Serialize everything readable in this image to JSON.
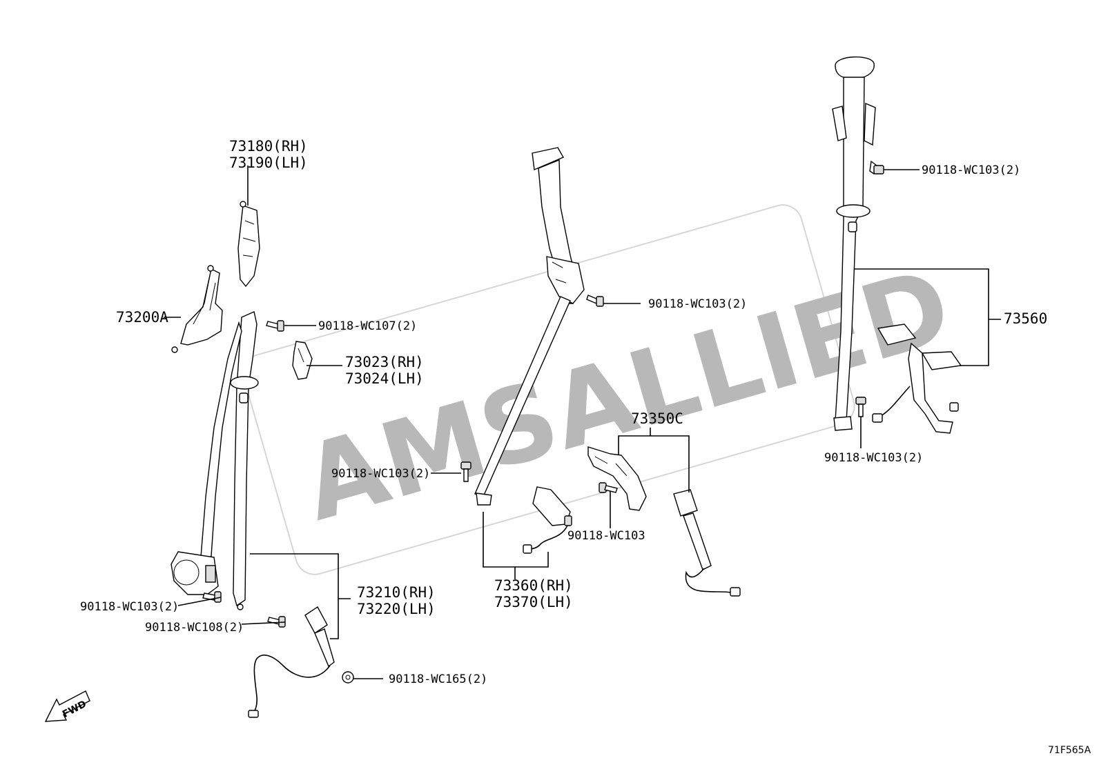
{
  "watermark": "AMSALLIED",
  "diagram_code": "71F565A",
  "fwd_label": "FWD",
  "labels": {
    "l_73180": "73180(RH)",
    "l_73190": "73190(LH)",
    "l_73200A": "73200A",
    "l_wc107": "90118-WC107(2)",
    "l_73023": "73023(RH)",
    "l_73024": "73024(LH)",
    "l_wc103_mid": "90118-WC103(2)",
    "l_wc103_left": "90118-WC103(2)",
    "l_wc108": "90118-WC108(2)",
    "l_73210": "73210(RH)",
    "l_73220": "73220(LH)",
    "l_wc165": "90118-WC165(2)",
    "l_wc103_center_top": "90118-WC103(2)",
    "l_73350C": "73350C",
    "l_wc103_single": "90118-WC103",
    "l_73360": "73360(RH)",
    "l_73370": "73370(LH)",
    "l_wc103_right_top": "90118-WC103(2)",
    "l_73560": "73560",
    "l_wc103_right_bottom": "90118-WC103(2)"
  }
}
